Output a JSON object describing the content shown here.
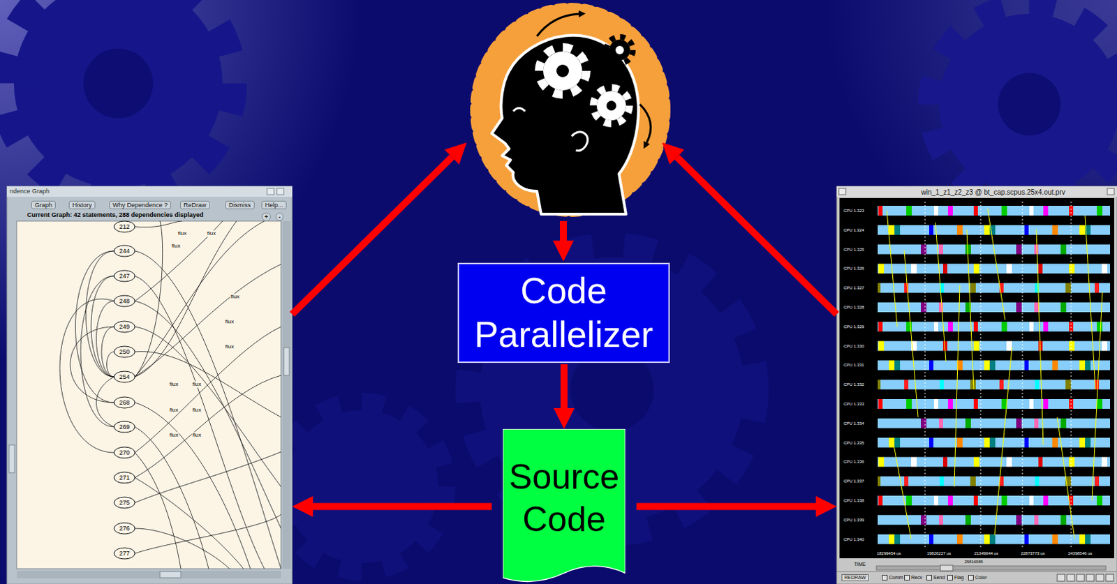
{
  "diagram": {
    "nodes": [
      {
        "text": [
          "Code Parallelizer"
        ]
      },
      {
        "text": [
          "Source Code"
        ]
      },
      {
        "text": [
          "ndence Graph",
          "Current Graph: 42 statements, 288 dependencies displayed"
        ]
      },
      {
        "text": [
          "win_1_z1_z2_z3 @ bt_cap.scpus.25x4.out.prv"
        ]
      }
    ],
    "edges": [
      {
        "from": 0,
        "to": 1,
        "arrow": "to"
      },
      {
        "from": 1,
        "to": 2,
        "arrow": "to"
      },
      {
        "from": 1,
        "to": 3,
        "arrow": "to"
      }
    ],
    "labels": [
      "Graph",
      "History",
      "Why Dependence ?",
      "ReDraw",
      "Dismiss",
      "Help...",
      "+",
      "-",
      "212",
      "244",
      "247",
      "248",
      "249",
      "250",
      "254",
      "268",
      "269",
      "270",
      "271",
      "275",
      "276",
      "277",
      "flux",
      "flux",
      "flux",
      "flux",
      "flux",
      "flux",
      "flux",
      "flux",
      "flux",
      "flux",
      "flux",
      "flux",
      "CPU 1.323",
      "CPU 1.324",
      "CPU 1.325",
      "CPU 1.326",
      "CPU 1.327",
      "CPU 1.328",
      "CPU 1.329",
      "CPU 1.330",
      "CPU 1.331",
      "CPU 1.332",
      "CPU 1.333",
      "CPU 1.334",
      "CPU 1.335",
      "CPU 1.336",
      "CPU 1.337",
      "CPU 1.338",
      "CPU 1.339",
      "CPU 1.340",
      "18299454 us",
      "19826227 us",
      "21349944 us",
      "22873773 us",
      "24398546 us",
      "TIME",
      "25816585",
      "REDRAW",
      "Comm",
      "Recv",
      "Send",
      "Flag",
      "Color"
    ]
  }
}
